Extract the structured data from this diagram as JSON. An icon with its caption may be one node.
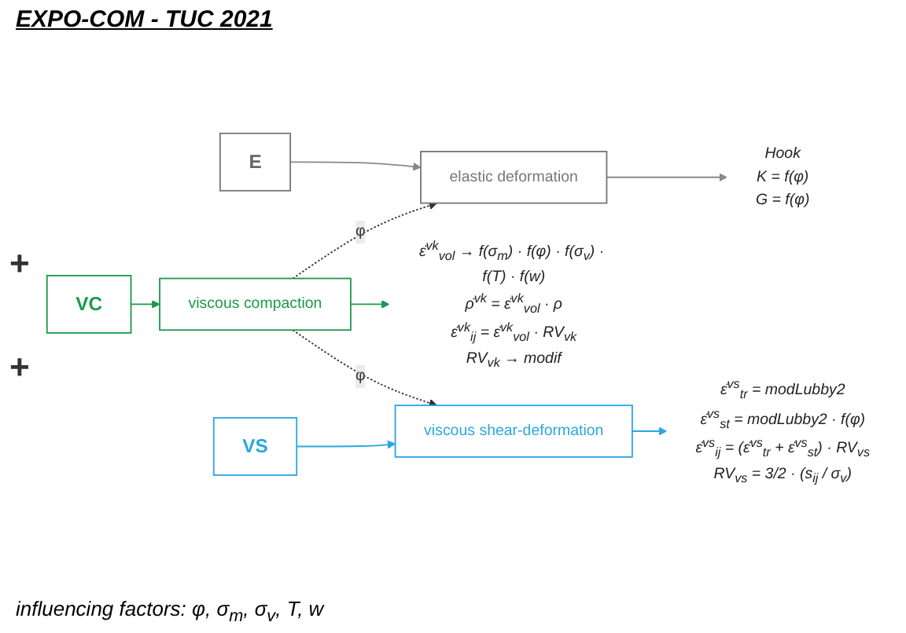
{
  "diagram": {
    "title": "EXPO-COM - TUC 2021",
    "nodes": [
      {
        "text": [
          "elastic deformation"
        ]
      },
      {
        "text": [
          "Hook",
          "K = f(φ)",
          "G = f(φ)"
        ]
      },
      {
        "text": [
          "E"
        ]
      },
      {
        "text": [
          "VC"
        ]
      },
      {
        "text": [
          "viscous compaction"
        ]
      },
      {
        "text": [
          "ε̇$^{vk}$$_{vol}$ → f(σ$_{m}$) · f(φ) · f(σ$_{v}$) · f(T) · f(w)",
          "ρ̇$^{vk}$ = ε̇$^{vk}$$_{vol}$ · ρ",
          "ε̇$^{vk}$$_{ij}$ = ε̇$^{vk}$$_{vol}$ · RV$_{vk}$",
          "RV$_{vk}$ → modif"
        ]
      },
      {
        "text": [
          "VS"
        ]
      },
      {
        "text": [
          "viscous shear-deformation"
        ]
      },
      {
        "text": [
          "ε̇$^{vs}$$_{tr}$ = modLubby2",
          "ε̇$^{vs}$$_{st}$ = modLubby2 · f(φ)",
          "ε̇$^{vs}$$_{ij}$ = (ε̇$^{vs}$$_{tr}$ + ε̇$^{vs}$$_{st}$) · RV$_{vs}$",
          "RV$_{vs}$ = 3/2 · (s$_{ij}$ / σ$_{v}$)"
        ]
      }
    ],
    "edges": [
      {
        "from": 2,
        "to": 0,
        "arrow": "to",
        "color": "#888888"
      },
      {
        "from": 0,
        "to": 1,
        "arrow": "to",
        "color": "#888888"
      },
      {
        "from": 4,
        "to": 0,
        "arrow": "to",
        "label": "φ",
        "style": "dashed",
        "color": "#333333"
      },
      {
        "from": 3,
        "to": 4,
        "arrow": "to",
        "color": "#1a9a4a"
      },
      {
        "from": 4,
        "to": 5,
        "arrow": "to",
        "color": "#1a9a4a"
      },
      {
        "from": 4,
        "to": 7,
        "arrow": "to",
        "label": "φ",
        "style": "dashed",
        "color": "#333333"
      },
      {
        "from": 6,
        "to": 7,
        "arrow": "to",
        "color": "#2aa7e0"
      },
      {
        "from": 7,
        "to": 8,
        "arrow": "to",
        "color": "#2aa7e0"
      }
    ],
    "labels": [
      "+",
      "+"
    ],
    "caption": "influencing factors: φ, σ$_{m}$, σ$_{v}$, T, w"
  }
}
